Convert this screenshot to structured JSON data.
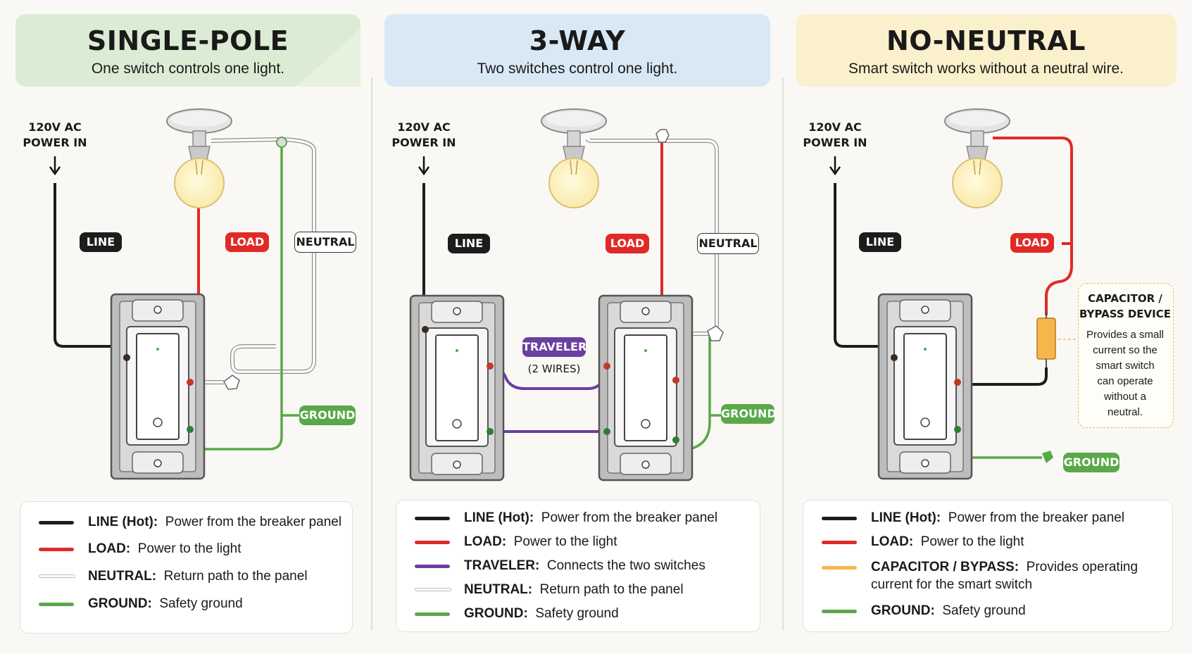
{
  "colors": {
    "line": "#1c1c1c",
    "load": "#e02a26",
    "neutral": "#ffffff",
    "ground": "#5aa84a",
    "traveler": "#6a3fa0",
    "capacitor": "#f7b64c"
  },
  "panels": [
    {
      "title": "SINGLE-POLE",
      "subtitle": "One switch controls one light.",
      "power_in": [
        "120V AC",
        "POWER IN"
      ],
      "tags": {
        "line": "LINE",
        "load": "LOAD",
        "neutral": "NEUTRAL",
        "ground": "GROUND"
      },
      "legend": [
        {
          "term": "LINE (Hot):",
          "desc": "Power from the breaker panel"
        },
        {
          "term": "LOAD:",
          "desc": "Power to the light"
        },
        {
          "term": "NEUTRAL:",
          "desc": "Return path to the panel"
        },
        {
          "term": "GROUND:",
          "desc": "Safety ground"
        }
      ]
    },
    {
      "title": "3-WAY",
      "subtitle": "Two switches control one light.",
      "power_in": [
        "120V AC",
        "POWER IN"
      ],
      "tags": {
        "line": "LINE",
        "load": "LOAD",
        "neutral": "NEUTRAL",
        "ground": "GROUND",
        "traveler": "TRAVELER",
        "traveler_note": "(2 WIRES)"
      },
      "legend": [
        {
          "term": "LINE (Hot):",
          "desc": "Power from the breaker panel"
        },
        {
          "term": "LOAD:",
          "desc": "Power to the light"
        },
        {
          "term": "TRAVELER:",
          "desc": "Connects the two switches"
        },
        {
          "term": "NEUTRAL:",
          "desc": "Return path to the panel"
        },
        {
          "term": "GROUND:",
          "desc": "Safety ground"
        }
      ]
    },
    {
      "title": "NO-NEUTRAL",
      "subtitle": "Smart switch works without a neutral wire.",
      "power_in": [
        "120V AC",
        "POWER IN"
      ],
      "tags": {
        "line": "LINE",
        "load": "LOAD",
        "ground": "GROUND"
      },
      "capacitor_title": [
        "CAPACITOR /",
        "BYPASS DEVICE"
      ],
      "capacitor_note": [
        "Provides a small",
        "current so the",
        "smart switch",
        "can operate",
        "without a",
        "neutral."
      ],
      "legend": [
        {
          "term": "LINE (Hot):",
          "desc": "Power from the breaker panel"
        },
        {
          "term": "LOAD:",
          "desc": "Power to the light"
        },
        {
          "term": "CAPACITOR / BYPASS:",
          "desc": "Provides operating",
          "desc2": "current for the smart switch"
        },
        {
          "term": "GROUND:",
          "desc": "Safety ground"
        }
      ]
    }
  ]
}
